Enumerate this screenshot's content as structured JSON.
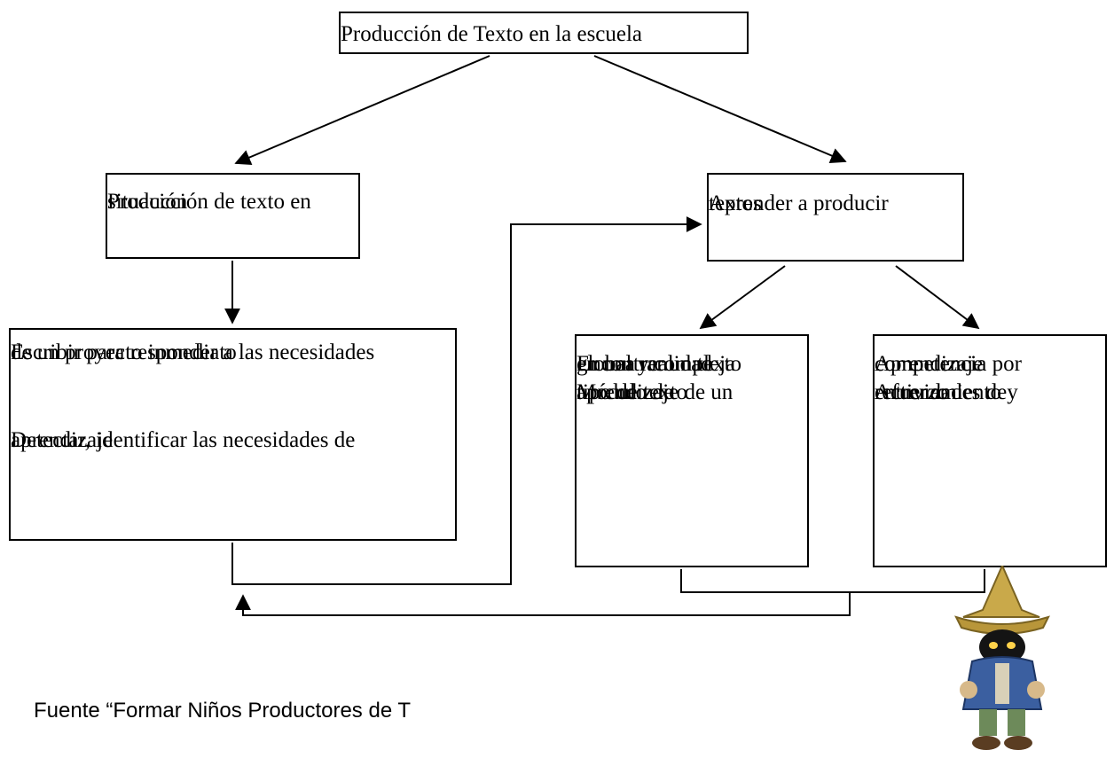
{
  "diagram": {
    "root": {
      "label": "Producción de Texto en la escuela"
    },
    "left_branch": {
      "title_lines": [
        "Producción de texto en",
        "situación"
      ],
      "detail_lines_1": [
        "Escribir para responder a las necesidades",
        "de un proyecto inmediato"
      ],
      "detail_lines_2": [
        "Detectar, identificar las necesidades de",
        "aprendizaje"
      ]
    },
    "right_branch": {
      "title_lines": [
        "Aprender a producir",
        "textos"
      ],
      "sub_a": {
        "lines_1": [
          "Encontrar un texto",
          "en una realidad",
          "global y compleja"
        ],
        "lines_2": [
          "Módulo de",
          "aprendizaje de un",
          "tipo de texto"
        ]
      },
      "sub_b": {
        "lines_1": [
          "Aprendizaje",
          "competencia por",
          "competencia"
        ],
        "lines_2": [
          "Actividades de",
          "entrenamiento y",
          "refuerzo"
        ]
      }
    }
  },
  "source_caption": "Fuente “Formar Niños Productores de T",
  "decoration": {
    "icon": "wizard-character-icon",
    "hat_color": "#c9a94a",
    "coat_color": "#3b5fa0"
  }
}
